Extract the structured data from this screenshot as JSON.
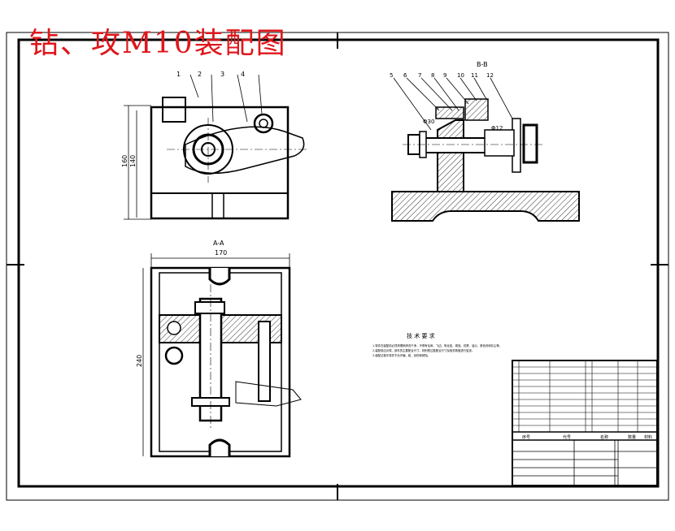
{
  "title": "钻、攻M10装配图",
  "views": {
    "top_view": {
      "part_labels": [
        "1",
        "2",
        "3",
        "4"
      ],
      "dim_height_outer": "160",
      "dim_height_inner": "140"
    },
    "section_bb": {
      "label": "B-B",
      "part_labels": [
        "5",
        "6",
        "7",
        "8",
        "9",
        "10",
        "11",
        "12"
      ],
      "dim_left": "Φ30",
      "dim_right": "Φ12"
    },
    "section_aa": {
      "label": "A-A",
      "dim_width": "170",
      "dim_height": "240"
    }
  },
  "tech_requirements": {
    "heading": "技 术 要 求",
    "lines": [
      "1.零件在装配前必须清理和清洗干净，不得有毛刺、飞边、氧化皮、锈蚀、切屑、油污、着色剂和灰尘等。",
      "2.装配前应对零、部件的主要配合尺寸，特别是过盈配合尺寸及相关精度进行复查。",
      "3.装配过程中零件不允许磕、碰、划伤和锈蚀。"
    ]
  },
  "title_block": {
    "header": [
      "序号",
      "代号",
      "名称",
      "数量",
      "材料"
    ]
  }
}
